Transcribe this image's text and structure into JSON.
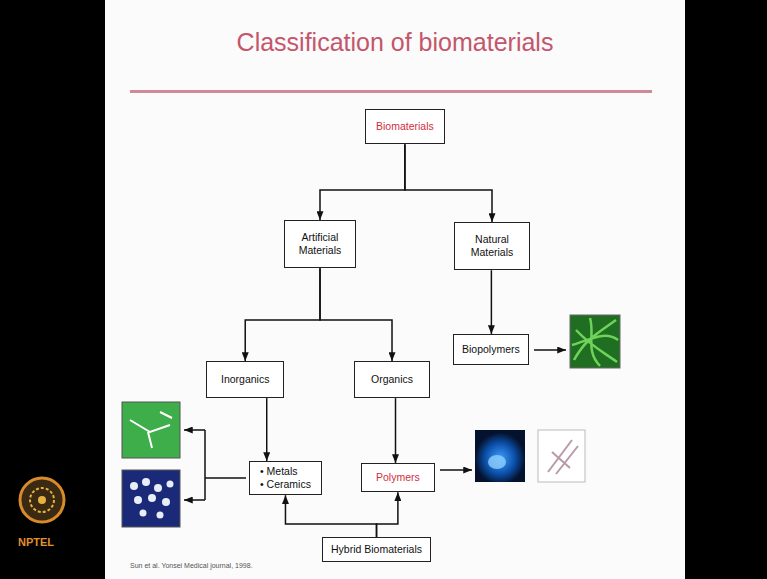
{
  "diagram": {
    "title": "Classification of biomaterials",
    "nodes": [
      {
        "text": [
          "Biomaterials"
        ]
      },
      {
        "text": [
          "Artificial Materials"
        ]
      },
      {
        "text": [
          "Natural Materials"
        ]
      },
      {
        "text": [
          "Inorganics"
        ]
      },
      {
        "text": [
          "Organics"
        ]
      },
      {
        "text": [
          "Biopolymers"
        ]
      },
      {
        "text": [
          "• Metals",
          "• Ceramics"
        ]
      },
      {
        "text": [
          "Polymers"
        ]
      },
      {
        "text": [
          "Hybrid Biomaterials"
        ]
      }
    ],
    "edges": [
      {
        "from": 0,
        "to": 1,
        "arrow": "to"
      },
      {
        "from": 0,
        "to": 2,
        "arrow": "to"
      },
      {
        "from": 1,
        "to": 3,
        "arrow": "to"
      },
      {
        "from": 1,
        "to": 4,
        "arrow": "to"
      },
      {
        "from": 2,
        "to": 5,
        "arrow": "to"
      },
      {
        "from": 3,
        "to": 6,
        "arrow": "to"
      },
      {
        "from": 4,
        "to": 7,
        "arrow": "to"
      },
      {
        "from": 8,
        "to": 6,
        "arrow": "to"
      },
      {
        "from": 8,
        "to": 7,
        "arrow": "to"
      }
    ],
    "labels": [
      "Sun et al. Yonsei Medical journal, 1998.",
      "NPTEL"
    ]
  }
}
